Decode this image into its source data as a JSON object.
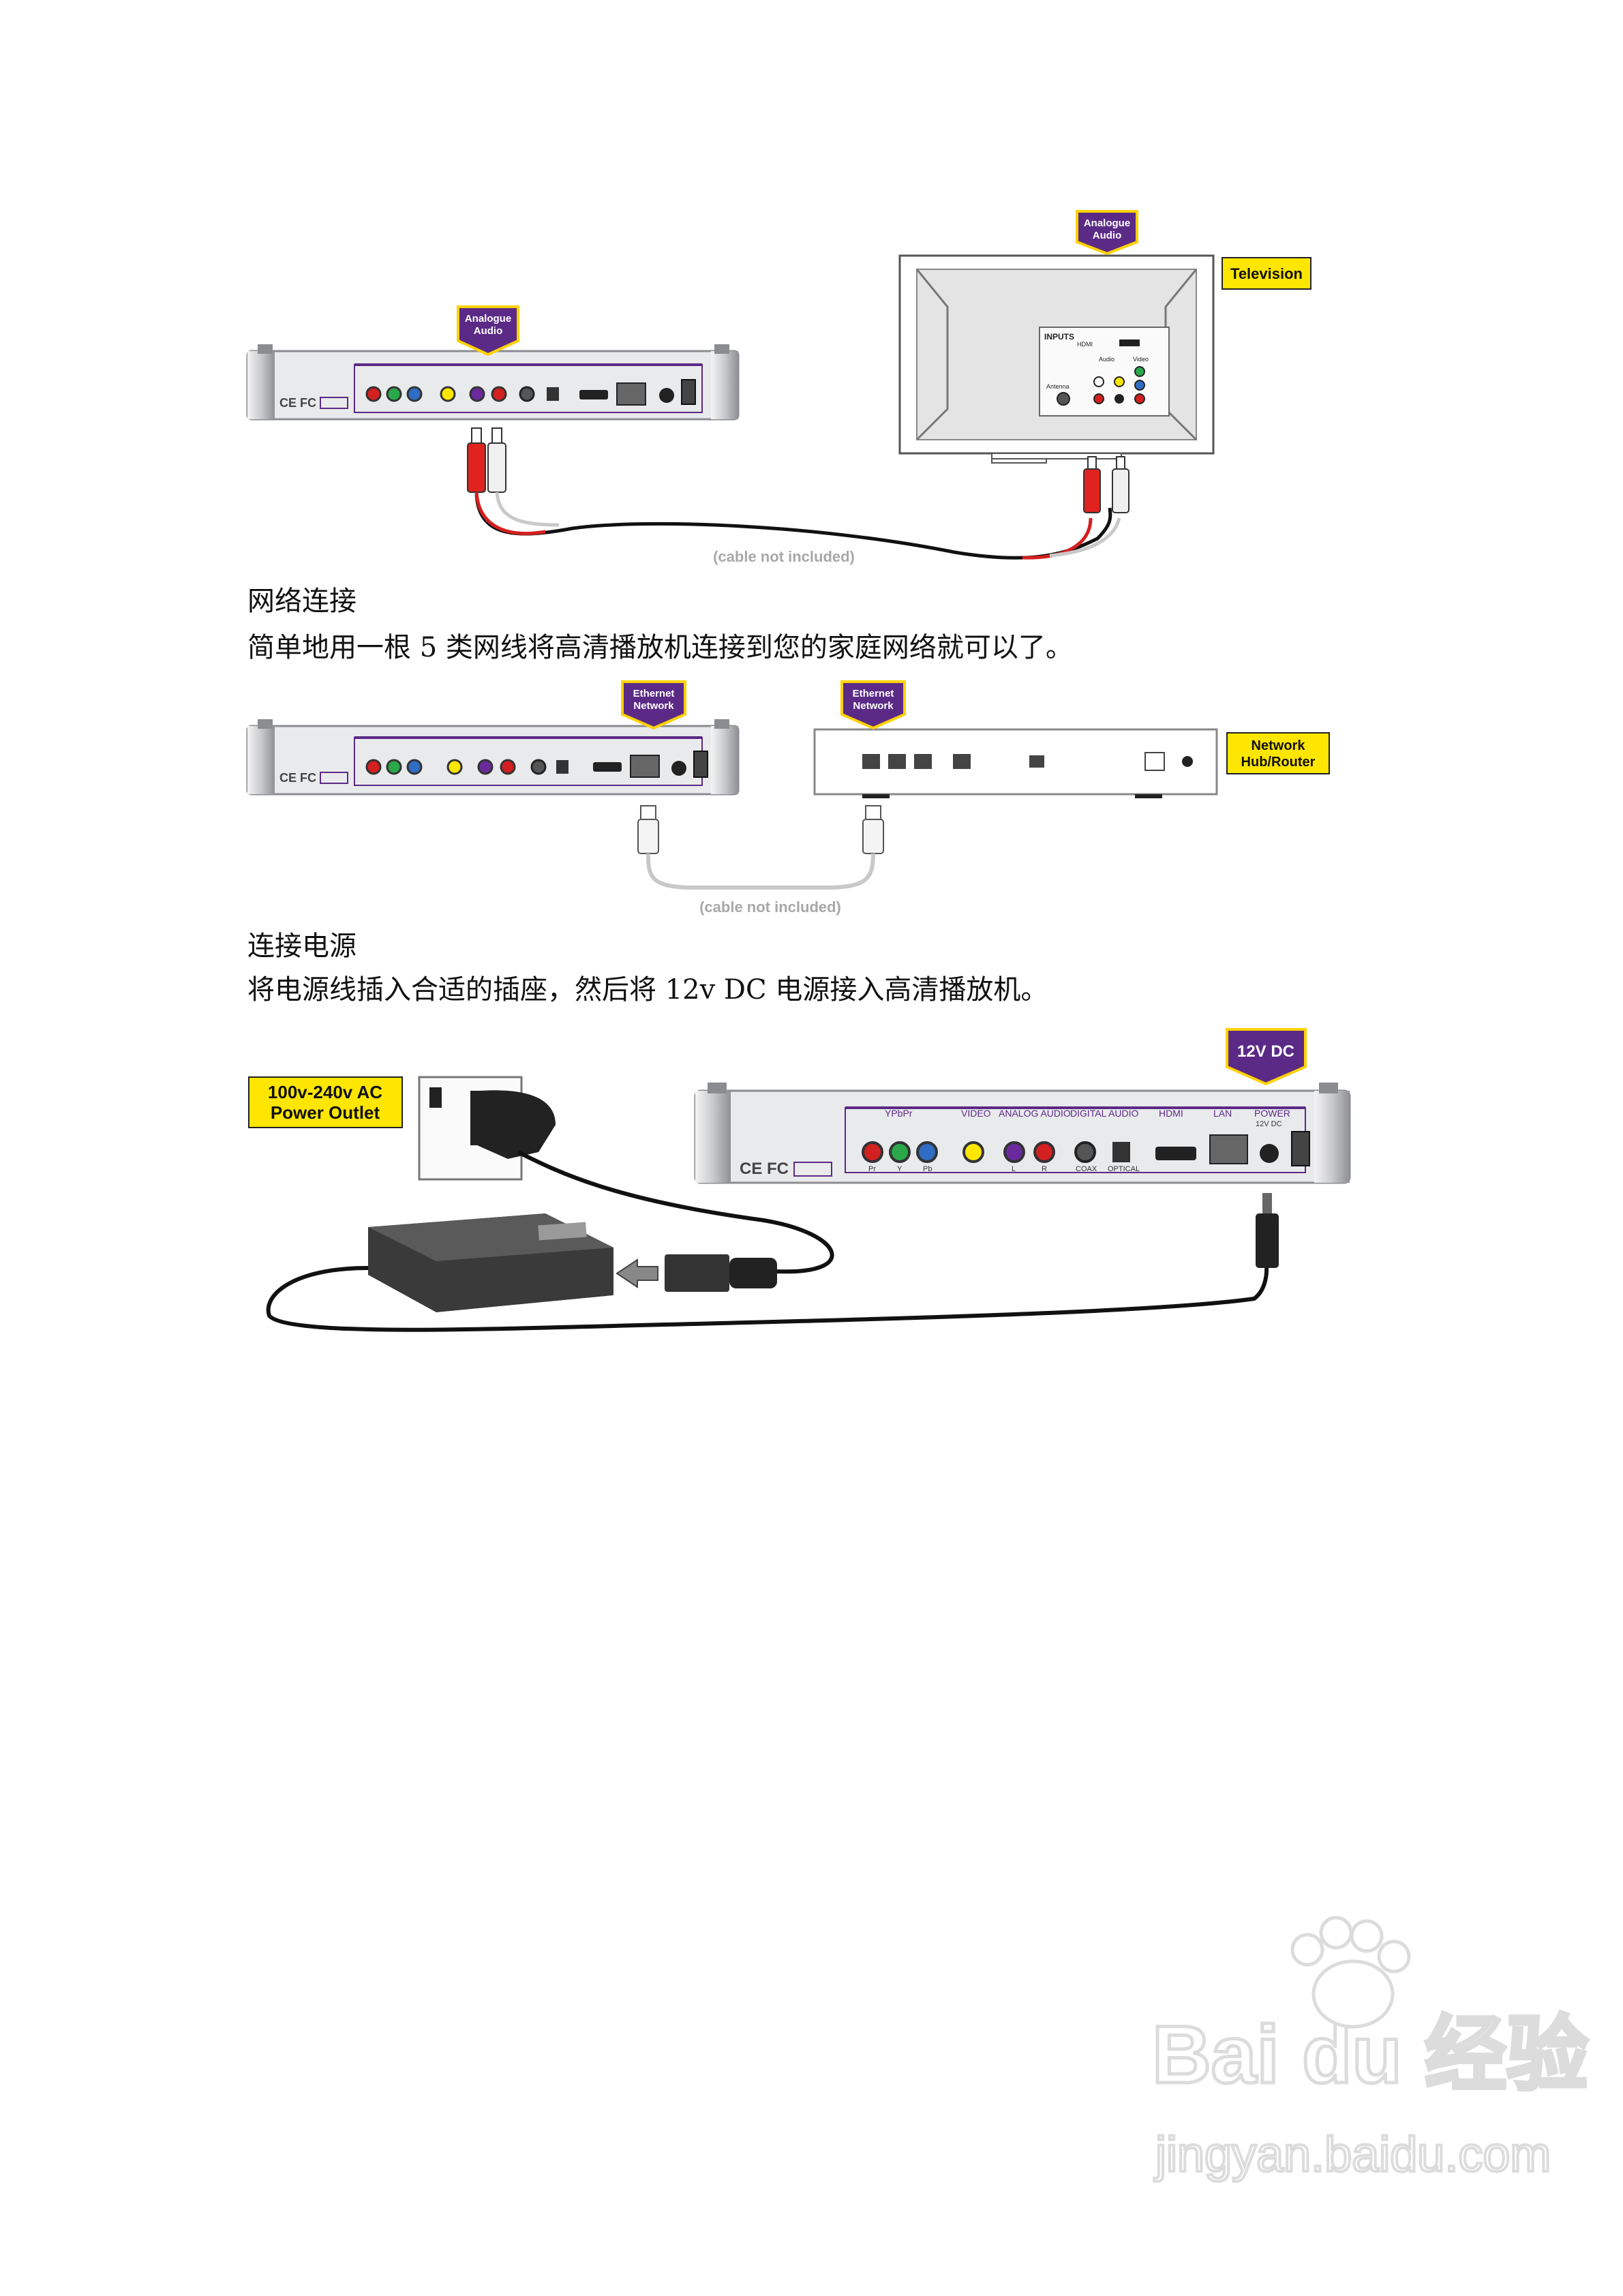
{
  "section_audio": {
    "label_analogue_audio_player": "Analogue\nAudio",
    "label_analogue_audio_tv": "Analogue\nAudio",
    "label_television": "Television",
    "cable_note": "(cable not included)",
    "tv_inputs_label": "INPUTS",
    "tv_hdmi_label": "HDMI",
    "tv_audio_label": "Audio",
    "tv_video_label": "Video",
    "tv_antenna_label": "Antenna"
  },
  "player_panel": {
    "ypbpr": "YPbPr",
    "video": "VIDEO",
    "analog_audio": "ANALOG AUDIO",
    "digital_audio": "DIGITAL AUDIO",
    "hdmi": "HDMI",
    "lan": "LAN",
    "power": "POWER",
    "pr": "Pr",
    "y": "Y",
    "pb": "Pb",
    "l": "L",
    "r": "R",
    "coax": "COAX",
    "optical": "OPTICAL",
    "dc": "12V DC",
    "ce_fc": "CE FC"
  },
  "section_network": {
    "heading": "网络连接",
    "body": "简单地用一根 5 类网线将高清播放机连接到您的家庭网络就可以了。",
    "label_ethernet_player": "Ethernet\nNetwork",
    "label_ethernet_router": "Ethernet\nNetwork",
    "label_router": "Network\nHub/Router",
    "cable_note": "(cable not included)"
  },
  "section_power": {
    "heading": "连接电源",
    "body": "将电源线插入合适的插座，然后将 12v DC 电源接入高清播放机。",
    "label_outlet": "100v-240v AC\nPower Outlet",
    "label_dc": "12V DC"
  },
  "watermark": {
    "brand": "Bai du 经验",
    "url": "jingyan.baidu.com"
  },
  "colors": {
    "purple": "#5b2a86",
    "yellow": "#ffe600",
    "red": "#d32020",
    "green": "#2aa84a",
    "blue": "#2f6cc4",
    "device_face": "#e6e7ea"
  }
}
